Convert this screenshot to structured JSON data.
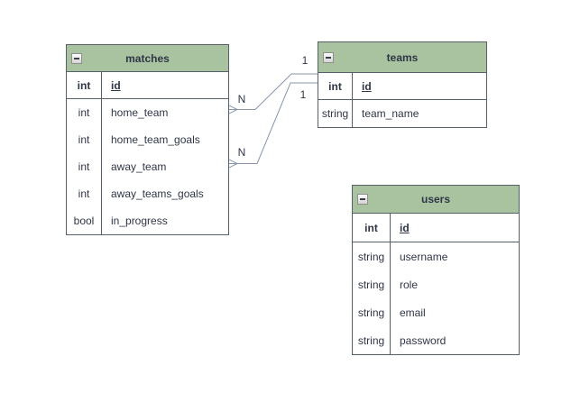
{
  "canvas": {
    "background": "#ffffff"
  },
  "colors": {
    "header_fill": "#a9c3a1",
    "table_border": "#566069",
    "connector_line": "#8795aa",
    "text": "#2f3646"
  },
  "icons": {
    "collapse": "minus-icon"
  },
  "tables": {
    "matches": {
      "title": "matches",
      "pk": {
        "type": "int",
        "name": "id"
      },
      "rows": [
        {
          "type": "int",
          "name": "home_team"
        },
        {
          "type": "int",
          "name": "home_team_goals"
        },
        {
          "type": "int",
          "name": "away_team"
        },
        {
          "type": "int",
          "name": "away_teams_goals"
        },
        {
          "type": "bool",
          "name": "in_progress"
        }
      ]
    },
    "teams": {
      "title": "teams",
      "pk": {
        "type": "int",
        "name": "id"
      },
      "rows": [
        {
          "type": "string",
          "name": "team_name"
        }
      ]
    },
    "users": {
      "title": "users",
      "pk": {
        "type": "int",
        "name": "id"
      },
      "rows": [
        {
          "type": "string",
          "name": "username"
        },
        {
          "type": "string",
          "name": "role"
        },
        {
          "type": "string",
          "name": "email"
        },
        {
          "type": "string",
          "name": "password"
        }
      ]
    }
  },
  "connections": [
    {
      "from": "matches.home_team",
      "to": "teams.id",
      "from_label": "N",
      "to_label": "1"
    },
    {
      "from": "matches.away_team",
      "to": "teams.id",
      "from_label": "N",
      "to_label": "1"
    }
  ]
}
